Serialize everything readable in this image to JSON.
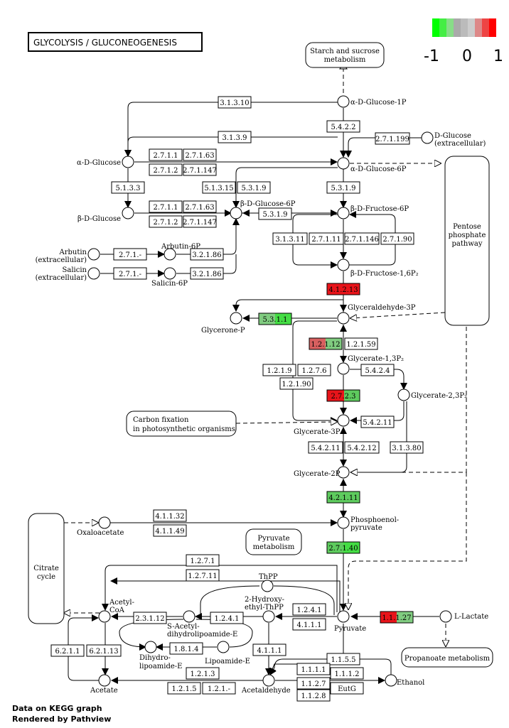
{
  "title": "GLYCOLYSIS / GLUCONEOGENESIS",
  "legend": {
    "ticks": [
      "-1",
      "0",
      "1"
    ],
    "colors": [
      "#00ff00",
      "#44ee44",
      "#88dd88",
      "#aaaaaa",
      "#bbbbbb",
      "#cccccc",
      "#dd8888",
      "#ee4444",
      "#ff0000"
    ]
  },
  "footer": [
    "Data on KEGG graph",
    "Rendered by Pathview"
  ],
  "maps": {
    "starch": [
      "Starch and sucrose",
      "metabolism"
    ],
    "pentose": [
      "Pentose",
      "phosphate",
      "pathway"
    ],
    "carbon": [
      "Carbon fixation",
      "in photosynthetic organisms"
    ],
    "pyruvate_met": [
      "Pyruvate",
      "metabolism"
    ],
    "citrate": [
      "Citrate",
      "cycle"
    ],
    "propanoate": [
      "Propanoate metabolism"
    ]
  },
  "compounds": {
    "a_glucose_1p": "α-D-Glucose-1P",
    "d_glucose_ext": [
      "D-Glucose",
      "(extracellular)"
    ],
    "a_glucose": "α-D-Glucose",
    "a_glucose_6p": "α-D-Glucose-6P",
    "b_glucose": "β-D-Glucose",
    "b_glucose_6p": "β-D-Glucose-6P",
    "b_fructose_6p": "β-D-Fructose-6P",
    "arbutin_ext": [
      "Arbutin",
      "(extracellular)"
    ],
    "arbutin_6p": "Arbutin-6P",
    "salicin_ext": [
      "Salicin",
      "(extracellular)"
    ],
    "salicin_6p": "Salicin-6P",
    "b_fructose_16p2": "β-D-Fructose-1,6P₂",
    "glyceraldehyde_3p": "Glyceraldehyde-3P",
    "glycerone_p": "Glycerone-P",
    "glycerate_13p2": "Glycerate-1,3P₂",
    "glycerate_23p2": "Glycerate-2,3P₂",
    "glycerate_3p": "Glycerate-3P",
    "glycerate_2p": "Glycerate-2P",
    "pep": [
      "Phosphoenol-",
      "pyruvate"
    ],
    "oxaloacetate": "Oxaloacetate",
    "pyruvate": "Pyruvate",
    "l_lactate": "L-Lactate",
    "thpp": "ThPP",
    "hydroxyethyl_thpp": [
      "2-Hydroxy-",
      "ethyl-ThPP"
    ],
    "acetyl_coa": [
      "Acetyl-",
      "CoA"
    ],
    "s_acetyl": [
      "S-Acetyl-",
      "dihydrolipoamide-E"
    ],
    "dihydro": [
      "Dihydro-",
      "lipoamide-E"
    ],
    "lipoamide": "Lipoamide-E",
    "acetate": "Acetate",
    "acetaldehyde": "Acetaldehyde",
    "ethanol": "Ethanol"
  },
  "enzymes": {
    "e3_1_3_10": "3.1.3.10",
    "e5_4_2_2": "5.4.2.2",
    "e3_1_3_9": "3.1.3.9",
    "e2_7_1_199": "2.7.1.199",
    "e2_7_1_1a": "2.7.1.1",
    "e2_7_1_63a": "2.7.1.63",
    "e2_7_1_2a": "2.7.1.2",
    "e2_7_1_147a": "2.7.1.147",
    "e5_1_3_3": "5.1.3.3",
    "e5_1_3_15": "5.1.3.15",
    "e5_3_1_9a": "5.3.1.9",
    "e5_3_1_9b": "5.3.1.9",
    "e5_3_1_9c": "5.3.1.9",
    "e2_7_1_1b": "2.7.1.1",
    "e2_7_1_63b": "2.7.1.63",
    "e2_7_1_2b": "2.7.1.2",
    "e2_7_1_147b": "2.7.1.147",
    "e3_1_3_11": "3.1.3.11",
    "e2_7_1_11": "2.7.1.11",
    "e2_7_1_146": "2.7.1.146",
    "e2_7_1_90": "2.7.1.90",
    "e2_7_1_arb": "2.7.1.-",
    "e3_2_1_86a": "3.2.1.86",
    "e2_7_1_sal": "2.7.1.-",
    "e3_2_1_86b": "3.2.1.86",
    "e4_1_2_13": "4.1.2.13",
    "e5_3_1_1": "5.3.1.1",
    "e1_2_1_12": "1.2.1.12",
    "e1_2_1_59": "1.2.1.59",
    "e1_2_1_9": "1.2.1.9",
    "e1_2_7_6": "1.2.7.6",
    "e5_4_2_4": "5.4.2.4",
    "e1_2_1_90": "1.2.1.90",
    "e2_7_2_3": "2.7.2.3",
    "e5_4_2_11a": "5.4.2.11",
    "e5_4_2_11b": "5.4.2.11",
    "e5_4_2_12": "5.4.2.12",
    "e3_1_3_80": "3.1.3.80",
    "e4_2_1_11": "4.2.1.11",
    "e4_1_1_32": "4.1.1.32",
    "e4_1_1_49": "4.1.1.49",
    "e2_7_1_40": "2.7.1.40",
    "e1_2_7_1": "1.2.7.1",
    "e1_2_7_11": "1.2.7.11",
    "e1_1_1_27": "1.1.1.27",
    "e2_3_1_12": "2.3.1.12",
    "e1_2_4_1a": "1.2.4.1",
    "e1_2_4_1b": "1.2.4.1",
    "e4_1_1_1a": "4.1.1.1",
    "e4_1_1_1b": "4.1.1.1",
    "e1_8_1_4": "1.8.1.4",
    "e6_2_1_1": "6.2.1.1",
    "e6_2_1_13": "6.2.1.13",
    "e1_2_1_3": "1.2.1.3",
    "e1_2_1_5": "1.2.1.5",
    "e1_2_1_dash": "1.2.1.-",
    "e1_1_5_5": "1.1.5.5",
    "e1_1_1_1": "1.1.1.1",
    "e1_1_1_2": "1.1.1.2",
    "e1_1_2_7": "1.1.2.7",
    "eEutG": "EutG",
    "e1_1_2_8": "1.1.2.8"
  },
  "colors": {
    "strong_red": "#e8141a",
    "mid_red": "#d86060",
    "light_green": "#80cc80",
    "green": "#5ecb5e",
    "bright_green": "#44dd44"
  }
}
